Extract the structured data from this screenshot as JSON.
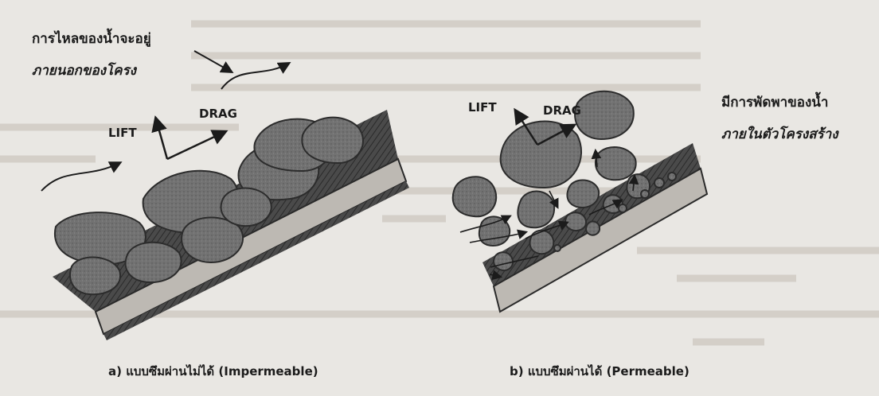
{
  "text": {
    "left_note_line1": "การไหลของน้ำจะอยู่",
    "left_note_line2": "ภายนอกของโครง",
    "right_note_line1": "มีการพัดพาของน้ำ",
    "right_note_line2": "ภายในตัวโครงสร้าง",
    "lift_a": "LIFT",
    "drag_a": "DRAG",
    "lift_b": "LIFT",
    "drag_b": "DRAG",
    "caption_a": "a) แบบซึมผ่านไม่ได้ (Impermeable)",
    "caption_b": "b) แบบซึมผ่านได้ (Permeable)"
  },
  "colors": {
    "paper": "#e9e7e3",
    "rock_fill": "#6f6f6f",
    "rock_edge": "#2c2c2c",
    "bed_dark": "#3a3a3a",
    "ink": "#1b1b1b"
  }
}
